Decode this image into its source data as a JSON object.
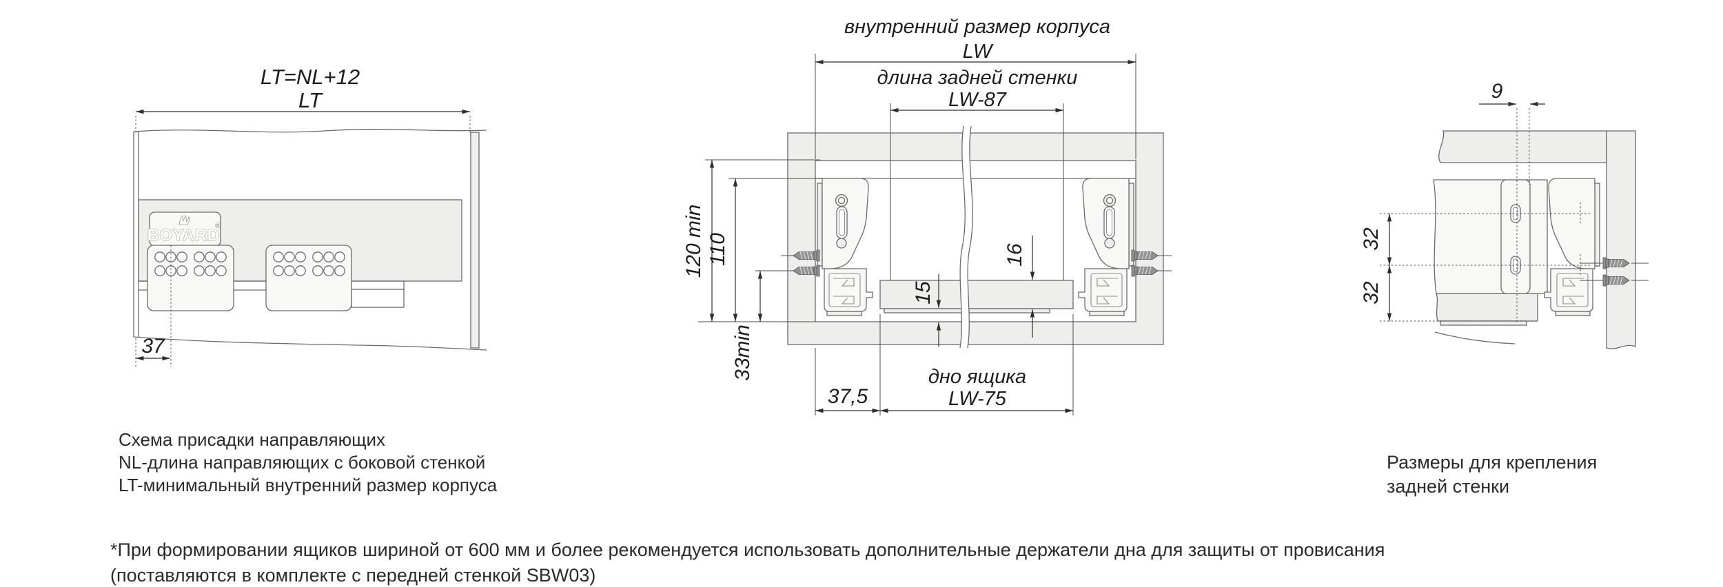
{
  "colors": {
    "background": "#ffffff",
    "drawing_line": "#6a6a6a",
    "dimension_line": "#2e2e2e",
    "panel_fill": "#eeeeec",
    "text": "#1d1d1d"
  },
  "left_diagram": {
    "title_formula": "LT=NL+12",
    "dim_lt": "LT",
    "dim_37": "37",
    "brand_logo": "BOYARD",
    "registered_mark": "®",
    "caption_lines": [
      "Схема присадки направляющих",
      "NL-длина направляющих с боковой стенкой",
      "LT-минимальный внутренний размер корпуса"
    ]
  },
  "middle_diagram": {
    "label_inner_size": "внутренний размер корпуса",
    "dim_lw": "LW",
    "label_back_wall_length": "длина задней стенки",
    "dim_lw87": "LW-87",
    "dim_120min": "120 min",
    "dim_110": "110",
    "dim_33min": "33min",
    "dim_15": "15",
    "dim_16": "16",
    "dim_37_5": "37,5",
    "label_drawer_bottom": "дно ящика",
    "dim_lw75": "LW-75"
  },
  "right_diagram": {
    "dim_9": "9",
    "dim_32_upper": "32",
    "dim_32_lower": "32",
    "caption_lines": [
      "Размеры для крепления",
      "задней стенки"
    ]
  },
  "footnote_lines": [
    "*При формировании ящиков шириной от 600 мм и более рекомендуется использовать дополнительные держатели дна для защиты от провисания",
    "(поставляются в комплекте с передней стенкой SBW03)"
  ]
}
